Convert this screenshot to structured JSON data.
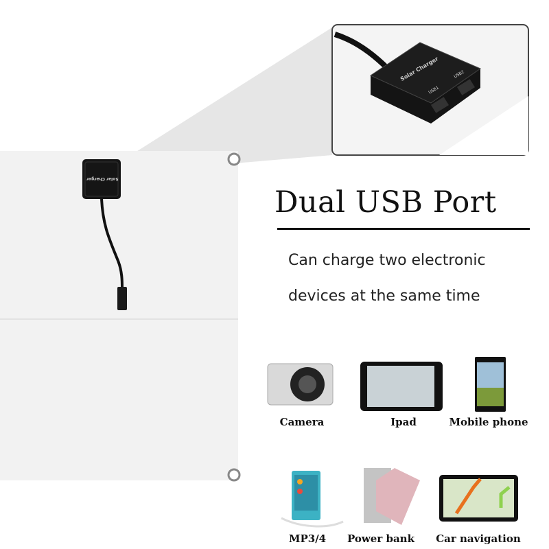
{
  "heading": {
    "title": "Dual USB Port",
    "subtitle_line1": "Can charge two electronic",
    "subtitle_line2": "devices at the same time"
  },
  "product": {
    "charger_label": "Solar Charger",
    "port_labels": [
      "USB1",
      "USB2"
    ]
  },
  "devices": [
    {
      "label": "Camera",
      "icon": "camera-icon"
    },
    {
      "label": "Ipad",
      "icon": "tablet-icon"
    },
    {
      "label": "Mobile phone",
      "icon": "phone-icon"
    },
    {
      "label": "MP3/4",
      "icon": "mp3-player-icon"
    },
    {
      "label": "Power bank",
      "icon": "power-bank-icon"
    },
    {
      "label": "Car navigation",
      "icon": "gps-navigator-icon"
    }
  ],
  "colors": {
    "panel": "#f1f1f1",
    "box": "#151515",
    "text": "#111111"
  }
}
